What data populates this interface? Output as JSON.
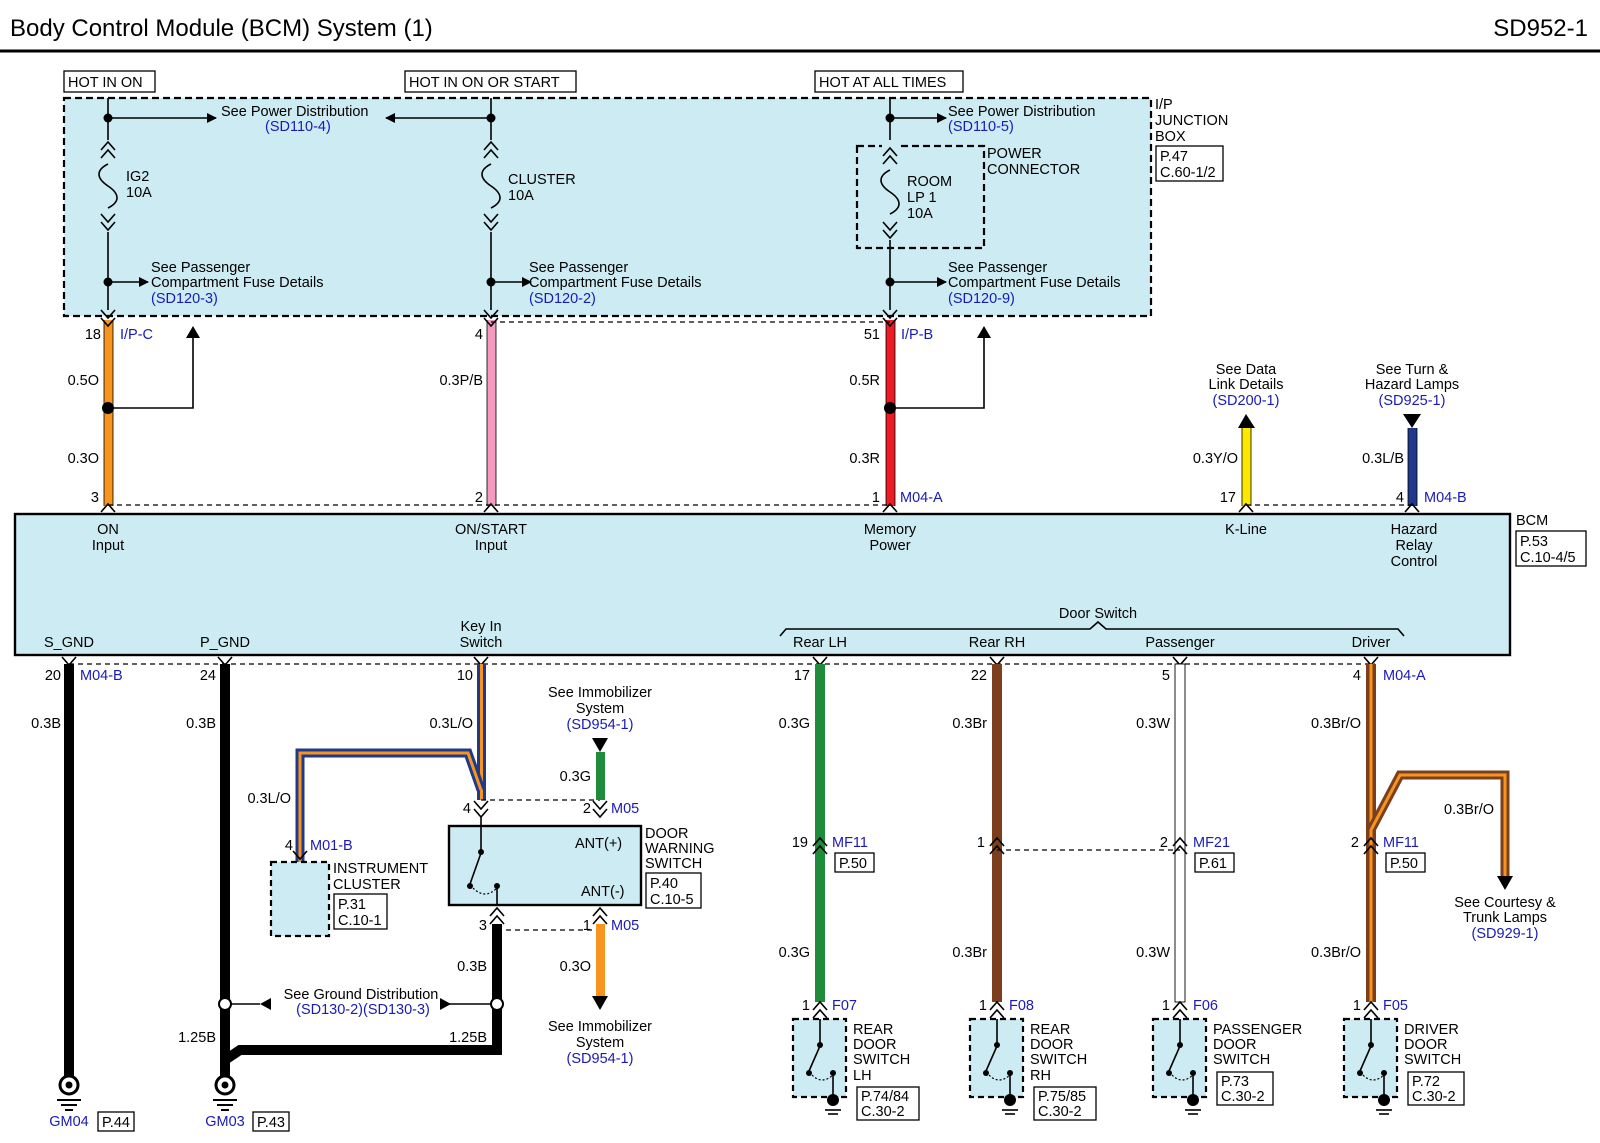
{
  "header": {
    "title": "Body Control Module (BCM) System (1)",
    "page_code": "SD952-1"
  },
  "power_labels": {
    "hot_on": "HOT IN ON",
    "hot_on_start": "HOT IN ON OR START",
    "hot_all": "HOT AT ALL TIMES"
  },
  "junction_box": {
    "name_l1": "I/P",
    "name_l2": "JUNCTION",
    "name_l3": "BOX",
    "ref_p": "P.47",
    "ref_c": "C.60-1/2",
    "power_conn_l1": "POWER",
    "power_conn_l2": "CONNECTOR"
  },
  "fuses": {
    "ig2": {
      "name": "IG2",
      "amps": "10A"
    },
    "cluster": {
      "name": "CLUSTER",
      "amps": "10A"
    },
    "room": {
      "name_l1": "ROOM",
      "name_l2": "LP 1",
      "amps": "10A"
    }
  },
  "refs": {
    "see_power_dist": "See Power Distribution",
    "sd110_4": "(SD110-4)",
    "sd110_5": "(SD110-5)",
    "see_pass_l1": "See Passenger",
    "see_pass_l2": "Compartment Fuse Details",
    "sd120_3": "(SD120-3)",
    "sd120_2": "(SD120-2)",
    "sd120_9": "(SD120-9)",
    "data_link_l1": "See Data",
    "data_link_l2": "Link Details",
    "sd200_1": "(SD200-1)",
    "turn_l1": "See Turn &",
    "turn_l2": "Hazard Lamps",
    "sd925_1": "(SD925-1)",
    "immob_l1": "See Immobilizer",
    "immob_l2": "System",
    "sd954_1": "(SD954-1)",
    "ground_dist": "See Ground Distribution",
    "sd130": "(SD130-2)(SD130-3)",
    "courtesy_l1": "See Courtesy &",
    "courtesy_l2": "Trunk Lamps",
    "sd929_1": "(SD929-1)"
  },
  "bcm": {
    "name": "BCM",
    "ref_p": "P.53",
    "ref_c": "C.10-4/5",
    "on_input_l1": "ON",
    "on_input_l2": "Input",
    "onstart_l1": "ON/START",
    "onstart_l2": "Input",
    "memory_l1": "Memory",
    "memory_l2": "Power",
    "kline": "K-Line",
    "hazard_l1": "Hazard",
    "hazard_l2": "Relay",
    "hazard_l3": "Control",
    "s_gnd": "S_GND",
    "p_gnd": "P_GND",
    "keyin_l1": "Key In",
    "keyin_l2": "Switch",
    "door_switch": "Door Switch",
    "rear_lh": "Rear LH",
    "rear_rh": "Rear RH",
    "passenger": "Passenger",
    "driver": "Driver"
  },
  "connectors": {
    "ipc": "I/P-C",
    "ipb": "I/P-B",
    "m04a": "M04-A",
    "m04b": "M04-B",
    "m05": "M05",
    "m01b": "M01-B",
    "mf11": "MF11",
    "mf21": "MF21",
    "f07": "F07",
    "f08": "F08",
    "f06": "F06",
    "f05": "F05"
  },
  "pins": {
    "p18": "18",
    "p4": "4",
    "p51": "51",
    "p3": "3",
    "p2": "2",
    "p1": "1",
    "p17": "17",
    "p20": "20",
    "p24": "24",
    "p10": "10",
    "p22": "22",
    "p5": "5",
    "p19": "19"
  },
  "wires": {
    "w05o": "0.5O",
    "w03o": "0.3O",
    "w03pb": "0.3P/B",
    "w05r": "0.5R",
    "w03r": "0.3R",
    "w03yo": "0.3Y/O",
    "w03lb": "0.3L/B",
    "w03b": "0.3B",
    "w03lo": "0.3L/O",
    "w03g": "0.3G",
    "w03br": "0.3Br",
    "w03w": "0.3W",
    "w03bro": "0.3Br/O",
    "w125b": "1.25B"
  },
  "door_warning": {
    "name_l1": "DOOR",
    "name_l2": "WARNING",
    "name_l3": "SWITCH",
    "ant_plus": "ANT(+)",
    "ant_minus": "ANT(-)",
    "ref_p": "P.40",
    "ref_c": "C.10-5"
  },
  "instrument": {
    "name_l1": "INSTRUMENT",
    "name_l2": "CLUSTER",
    "ref_p": "P.31",
    "ref_c": "C.10-1"
  },
  "page_refs": {
    "p50": "P.50",
    "p61": "P.61"
  },
  "switches": {
    "rear_lh": {
      "l1": "REAR",
      "l2": "DOOR",
      "l3": "SWITCH",
      "l4": "LH",
      "ref_p": "P.74/84",
      "ref_c": "C.30-2"
    },
    "rear_rh": {
      "l1": "REAR",
      "l2": "DOOR",
      "l3": "SWITCH",
      "l4": "RH",
      "ref_p": "P.75/85",
      "ref_c": "C.30-2"
    },
    "passenger": {
      "l1": "PASSENGER",
      "l2": "DOOR",
      "l3": "SWITCH",
      "ref_p": "P.73",
      "ref_c": "C.30-2"
    },
    "driver": {
      "l1": "DRIVER",
      "l2": "DOOR",
      "l3": "SWITCH",
      "ref_p": "P.72",
      "ref_c": "C.30-2"
    }
  },
  "grounds": {
    "gm04": "GM04",
    "gm04_p": "P.44",
    "gm03": "GM03",
    "gm03_p": "P.43"
  },
  "colors": {
    "orange": "#f7941d",
    "pink": "#f49ac1",
    "red": "#ed1c24",
    "yellow": "#ffe800",
    "navy": "#1f3a8a",
    "green": "#1e8c3a",
    "brown": "#7b3f1e",
    "white": "#ffffff",
    "box_fill": "#cdebf2",
    "ref_blue": "#1a1ab5"
  }
}
